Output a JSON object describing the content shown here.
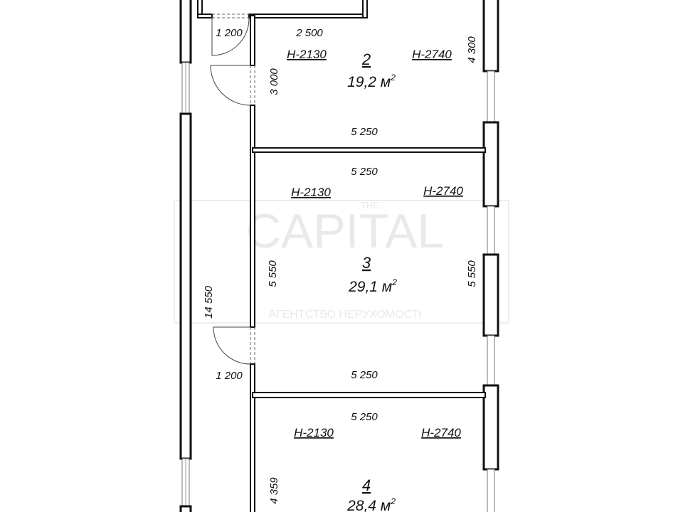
{
  "watermark": {
    "line1": "THE",
    "line2": "CAPITAL",
    "line3": "АГЕНТСТВО НЕРУХОМОСТІ"
  },
  "corridor": {
    "width_top": "1 200",
    "width_bottom": "1 200",
    "length": "14 550"
  },
  "rooms": [
    {
      "number": "2",
      "area": "19,2 м",
      "area_sup": "2",
      "h_left": "Н-2130",
      "h_right": "Н-2740",
      "dim_top": "2 500",
      "dim_bottom": "5 250",
      "dim_left": "3 000",
      "dim_right": "4 300"
    },
    {
      "number": "3",
      "area": "29,1 м",
      "area_sup": "2",
      "h_left": "Н-2130",
      "h_right": "Н-2740",
      "dim_top": "5 250",
      "dim_bottom": "5 250",
      "dim_left": "5 550",
      "dim_right": "5 550"
    },
    {
      "number": "4",
      "area": "28,4 м",
      "area_sup": "2",
      "h_left": "Н-2130",
      "h_right": "Н-2740",
      "dim_top": "5 250",
      "dim_left": "4 359"
    }
  ]
}
